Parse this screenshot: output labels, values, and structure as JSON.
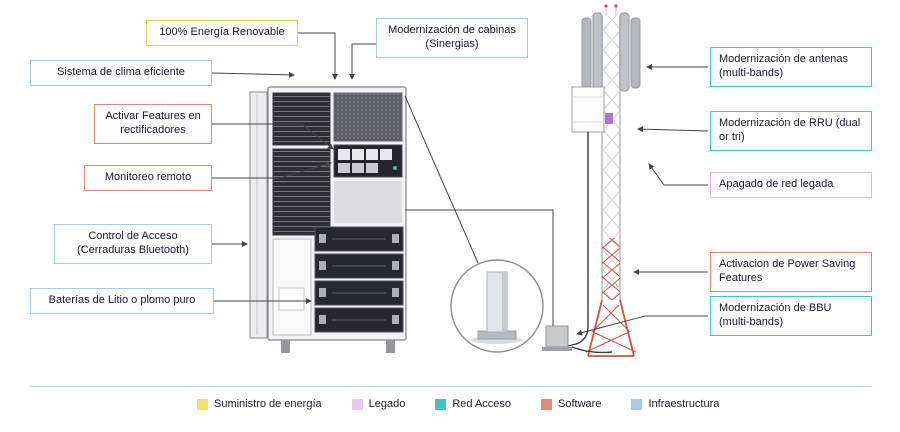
{
  "callouts": [
    {
      "label": "100% Energía Renovable",
      "category": "energia"
    },
    {
      "label": "Modernización de cabinas (Sinergias)",
      "category": "infraestructura"
    },
    {
      "label": "Sistema de clima eficiente",
      "category": "infraestructura"
    },
    {
      "label": "Activar Features en rectificadores",
      "category": "software"
    },
    {
      "label": "Monitoreo remoto",
      "category": "software"
    },
    {
      "label": "Control de Acceso (Cerraduras Bluetooth)",
      "category": "infraestructura"
    },
    {
      "label": "Baterías de Litio o plomo puro",
      "category": "infraestructura"
    },
    {
      "label": "Modernización de antenas (multi-bands)",
      "category": "red_acceso"
    },
    {
      "label": "Modernización de RRU (dual or tri)",
      "category": "red_acceso"
    },
    {
      "label": "Apagado de red legada",
      "category": "legado"
    },
    {
      "label": "Activacion de Power Saving Features",
      "category": "software"
    },
    {
      "label": "Modernización de BBU (multi-bands)",
      "category": "red_acceso"
    }
  ],
  "legend": {
    "items": [
      {
        "label": "Suministro de energía",
        "color": "#f0e163"
      },
      {
        "label": "Legado",
        "color": "#e5c9ee"
      },
      {
        "label": "Red Acceso",
        "color": "#3fc6bd"
      },
      {
        "label": "Software",
        "color": "#e48a77"
      },
      {
        "label": "Infraestructura",
        "color": "#a9c9ea"
      }
    ]
  },
  "colors": {
    "border_energia": "#e9d44e",
    "border_infraestructura": "#a9c9ea",
    "border_software": "#e08876",
    "border_red_acceso": "#3fc6bd",
    "border_legado": "#dcbce6",
    "text": "#17172b",
    "line": "#44444c",
    "divider": "#bcd6ef"
  }
}
